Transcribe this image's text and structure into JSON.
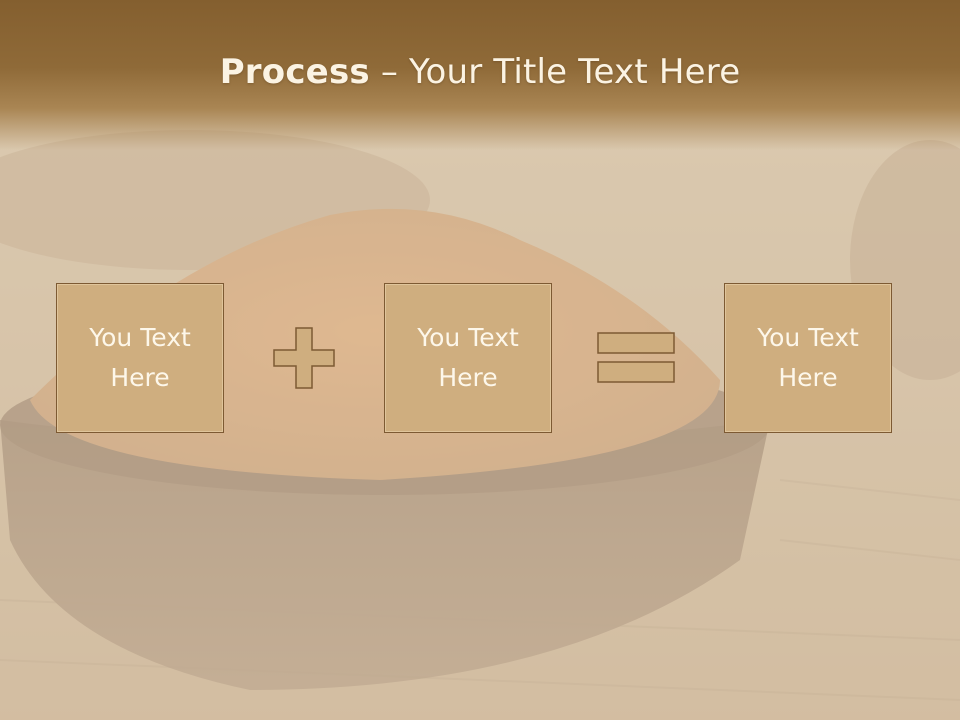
{
  "slide": {
    "title_bold": "Process",
    "title_rest": " – Your Title Text Here",
    "boxes": [
      {
        "label": "You Text\nHere"
      },
      {
        "label": "You Text\nHere"
      },
      {
        "label": "You Text\nHere"
      }
    ],
    "operators": [
      "plus-icon",
      "equals-icon"
    ]
  },
  "colors": {
    "header": "#8a6535",
    "box_fill": "#cfae7f",
    "box_border": "#7d5a33",
    "text_light": "#fdf7ea"
  }
}
